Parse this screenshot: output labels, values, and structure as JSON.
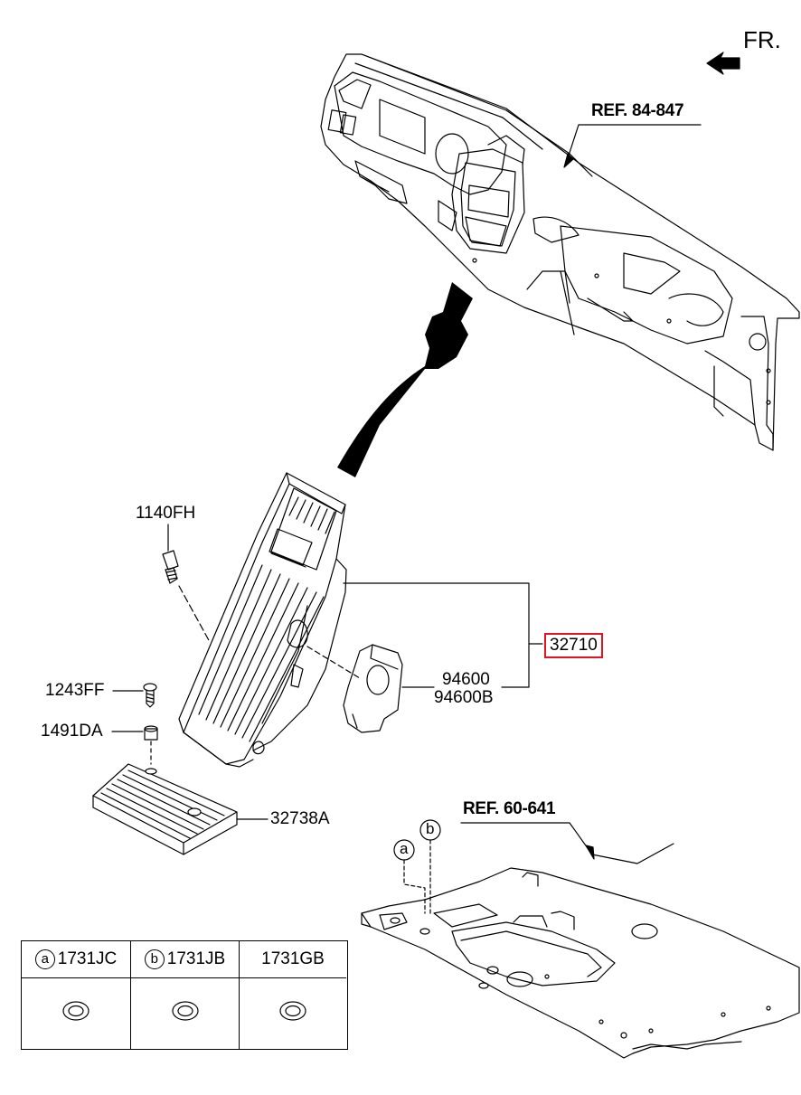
{
  "direction_label": "FR.",
  "references": {
    "dashboard": "REF. 84-847",
    "floor": "REF. 60-641"
  },
  "parts": {
    "bolt": "1140FH",
    "screw": "1243FF",
    "nut": "1491DA",
    "pedal_assembly": "32710",
    "sensor": "94600",
    "sensor_alt": "94600B",
    "pad": "32738A"
  },
  "callouts": {
    "a": "a",
    "b": "b"
  },
  "legend": [
    {
      "marker": "a",
      "part": "1731JC"
    },
    {
      "marker": "b",
      "part": "1731JB"
    },
    {
      "marker": "",
      "part": "1731GB"
    }
  ],
  "colors": {
    "line": "#000000",
    "highlight_box": "#e0141e"
  }
}
